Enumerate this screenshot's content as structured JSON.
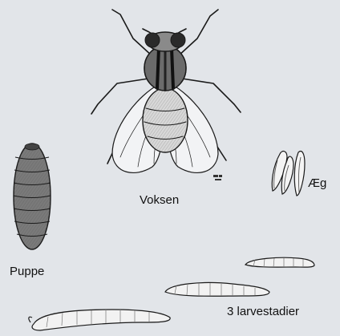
{
  "labels": {
    "adult": "Voksen",
    "egg": "Æg",
    "pupa": "Puppe",
    "larva": "3 larvestadier"
  },
  "colors": {
    "background": "#e2e5e9",
    "ink": "#1a1a1a"
  }
}
